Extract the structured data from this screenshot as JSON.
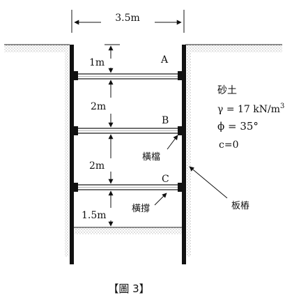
{
  "dimensions": {
    "width": "3.5m",
    "depth_top": "1m",
    "spacing_ab": "2m",
    "spacing_bc": "2m",
    "depth_bottom": "1.5m"
  },
  "struts": {
    "a": "A",
    "b": "B",
    "c": "C"
  },
  "soil": {
    "name": "砂土",
    "gamma": "γ = 17 kN/m",
    "gamma_exp": "3",
    "phi": "ϕ = 35°",
    "cohesion": "c=0"
  },
  "callouts": {
    "waler": "橫檔",
    "strut": "橫撐",
    "sheet_pile": "板樁"
  },
  "caption": "【圖 3】"
}
